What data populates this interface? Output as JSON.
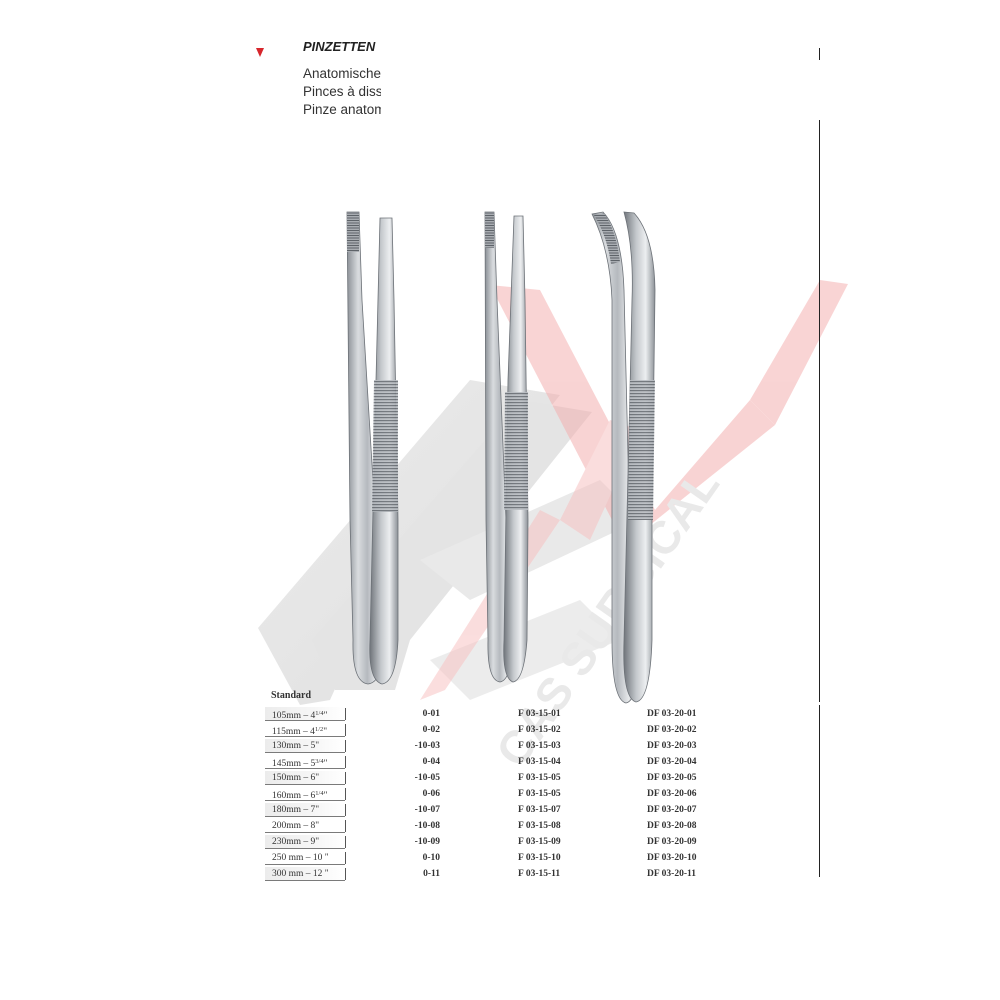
{
  "header": {
    "title": "PINZETTEN",
    "subtitles": [
      "Anatomische",
      "Pinces à disse",
      "Pinze anatom"
    ]
  },
  "watermark": {
    "text": "CAS SURGICAL",
    "color": "#f2b8b8"
  },
  "accent_color": "#d7262c",
  "table": {
    "label": "Standard",
    "sizes": [
      {
        "mm": "105mm – 4",
        "whole": "",
        "num": "1",
        "den": "4",
        "mark": "\""
      },
      {
        "mm": "115mm – 4",
        "whole": "",
        "num": "1",
        "den": "2",
        "mark": "\""
      },
      {
        "mm": "130mm – 5\"",
        "whole": "",
        "num": "",
        "den": "",
        "mark": ""
      },
      {
        "mm": "145mm – 5",
        "whole": "",
        "num": "3",
        "den": "4",
        "mark": "\""
      },
      {
        "mm": "150mm – 6\"",
        "whole": "",
        "num": "",
        "den": "",
        "mark": ""
      },
      {
        "mm": "160mm – 6",
        "whole": "",
        "num": "1",
        "den": "4",
        "mark": "\""
      },
      {
        "mm": "180mm – 7\"",
        "whole": "",
        "num": "",
        "den": "",
        "mark": ""
      },
      {
        "mm": "200mm – 8\"",
        "whole": "",
        "num": "",
        "den": "",
        "mark": ""
      },
      {
        "mm": "230mm – 9\"",
        "whole": "",
        "num": "",
        "den": "",
        "mark": ""
      },
      {
        "mm": "250 mm – 10 \"",
        "whole": "",
        "num": "",
        "den": "",
        "mark": ""
      },
      {
        "mm": "300 mm – 12 \"",
        "whole": "",
        "num": "",
        "den": "",
        "mark": ""
      }
    ],
    "col1": [
      "0-01",
      "0-02",
      "-10-03",
      "0-04",
      "-10-05",
      "0-06",
      "-10-07",
      "-10-08",
      "-10-09",
      "0-10",
      "0-11"
    ],
    "col2": [
      "F 03-15-01",
      "F 03-15-02",
      "F 03-15-03",
      "F 03-15-04",
      "F 03-15-05",
      "F 03-15-05",
      "F 03-15-07",
      "F 03-15-08",
      "F 03-15-09",
      "F 03-15-10",
      "F 03-15-11"
    ],
    "col3": [
      "DF 03-20-01",
      "DF 03-20-02",
      "DF 03-20-03",
      "DF 03-20-04",
      "DF 03-20-05",
      "DF 03-20-06",
      "DF 03-20-07",
      "DF 03-20-08",
      "DF 03-20-09",
      "DF 03-20-10",
      "DF 03-20-11"
    ]
  }
}
